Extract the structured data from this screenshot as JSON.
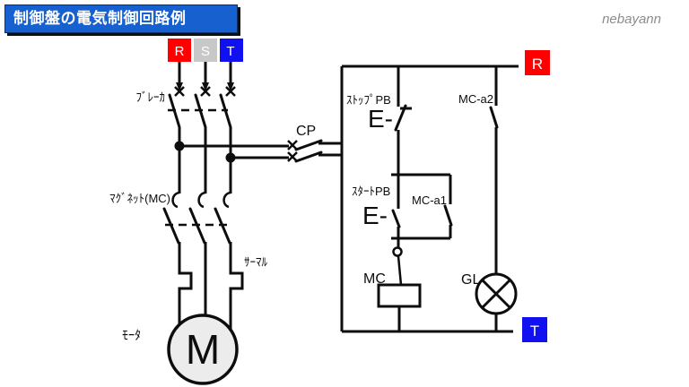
{
  "header": {
    "title": "制御盤の電気制御回路例",
    "title_bg": "#1660cf",
    "watermark": "nebayann"
  },
  "power_circuit": {
    "phase_terminals": [
      {
        "label": "R",
        "color": "#ff0000"
      },
      {
        "label": "S",
        "color": "#c8c8c8"
      },
      {
        "label": "T",
        "color": "#1010f0"
      }
    ],
    "breaker_label": "ﾌﾞﾚｰｶ",
    "magnet_label": "ﾏｸﾞﾈｯﾄ(MC)",
    "thermal_label": "ｻｰﾏﾙ",
    "motor_label": "ﾓｰﾀ",
    "motor_symbol": "M",
    "cp_label": "CP"
  },
  "control_circuit": {
    "top_terminal": {
      "label": "R",
      "color": "#ff0000"
    },
    "bottom_terminal": {
      "label": "T",
      "color": "#1010f0"
    },
    "stop_pb_label": "ｽﾄｯﾌﾟPB",
    "start_pb_label": "ｽﾀｰﾄPB",
    "pb_symbol": "E-",
    "mc_a1_label": "MC-a1",
    "mc_a2_label": "MC-a2",
    "mc_coil_label": "MC",
    "lamp_label": "GL"
  }
}
